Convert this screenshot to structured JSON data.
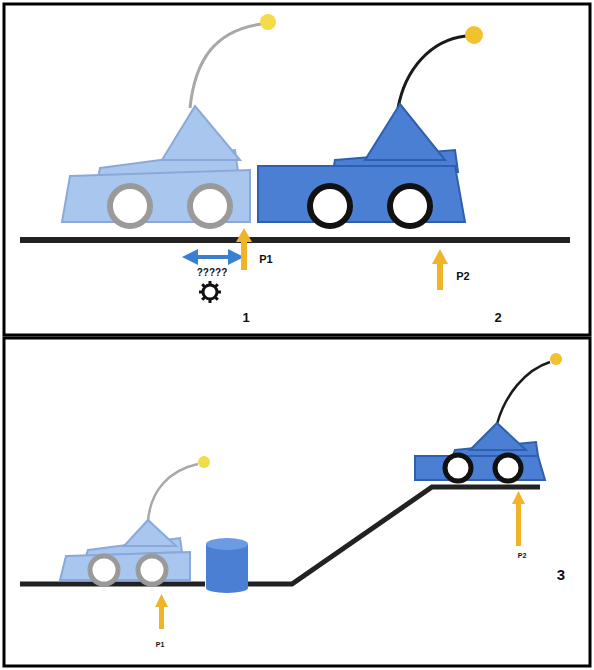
{
  "diagram": {
    "labels": [
      "?????",
      "P1",
      "P2",
      "1",
      "2",
      "P1",
      "P2",
      "3"
    ]
  }
}
